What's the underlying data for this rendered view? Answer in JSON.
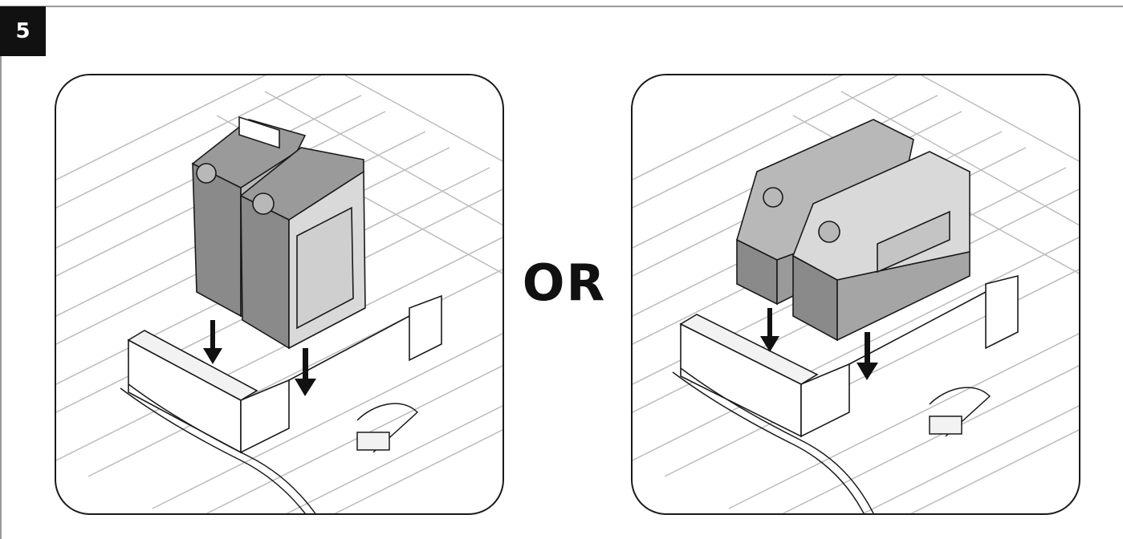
{
  "step": {
    "number": "5"
  },
  "separator": {
    "text": "OR"
  },
  "colors": {
    "frame": "#1a1a1a",
    "can_dark": "#8a8a8a",
    "can_mid": "#b8b8b8",
    "can_light": "#d9d9d9",
    "rack_line": "#bdbdbd"
  },
  "panels": [
    {
      "name": "upright-orientation",
      "icon": "jerrycan-upright-icon"
    },
    {
      "name": "side-orientation",
      "icon": "jerrycan-sideways-icon"
    }
  ]
}
